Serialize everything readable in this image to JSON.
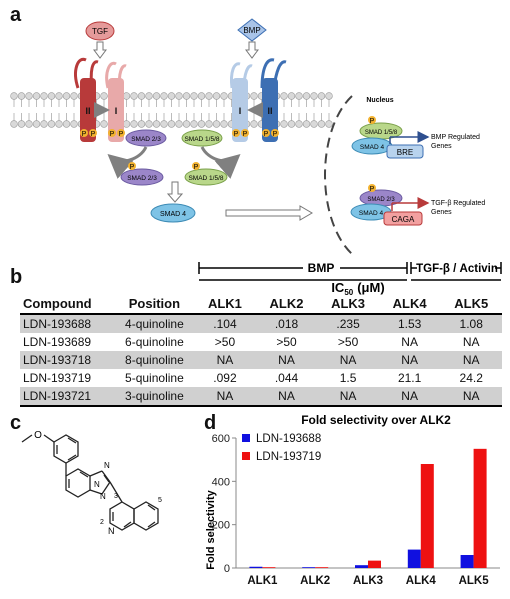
{
  "panel_a": {
    "label": "a",
    "ligand_tgf": "TGF",
    "ligand_bmp": "BMP",
    "receptor_type2": "II",
    "receptor_type1": "I",
    "phospho": "P",
    "smad23": "SMAD 2/3",
    "smad158": "SMAD 1/5/8",
    "smad4": "SMAD 4",
    "nucleus": "Nucleus",
    "bre": "BRE",
    "caga": "CAGA",
    "bmp_genes_line1": "BMP Regulated",
    "bmp_genes_line2": "Genes",
    "tgf_genes_line1": "TGF-β Regulated",
    "tgf_genes_line2": "Genes",
    "colors": {
      "tgf_receptor": "#b83a3a",
      "tgf_receptor_light": "#e8a9a9",
      "bmp_receptor": "#3d6fb3",
      "bmp_receptor_light": "#b5cbe6",
      "smad23": "#9b86c9",
      "smad158": "#b9d78a",
      "smad4": "#7ec3e6",
      "phospho": "#f2b230",
      "bre": "#b8d3ee",
      "caga": "#f2a0a0"
    }
  },
  "panel_b": {
    "label": "b",
    "group_bmp": "BMP",
    "group_tgf": "TGF-β / Activin",
    "ic50_label": "IC",
    "ic50_sub": "50",
    "ic50_unit": "(μM)",
    "columns": [
      "Compound",
      "Position",
      "ALK1",
      "ALK2",
      "ALK3",
      "ALK4",
      "ALK5"
    ],
    "rows": [
      [
        "LDN-193688",
        "4-quinoline",
        ".104",
        ".018",
        ".235",
        "1.53",
        "1.08"
      ],
      [
        "LDN-193689",
        "6-quinoline",
        ">50",
        ">50",
        ">50",
        "NA",
        "NA"
      ],
      [
        "LDN-193718",
        "8-quinoline",
        "NA",
        "NA",
        "NA",
        "NA",
        "NA"
      ],
      [
        "LDN-193719",
        "5-quinoline",
        ".092",
        ".044",
        "1.5",
        "21.1",
        "24.2"
      ],
      [
        "LDN-193721",
        "3-quinoline",
        "NA",
        "NA",
        "NA",
        "NA",
        "NA"
      ]
    ]
  },
  "panel_c": {
    "label": "c",
    "atom_o": "O",
    "atom_n": "N",
    "locant_3": "3",
    "locant_5": "5",
    "locant_2": "2"
  },
  "panel_d": {
    "label": "d"
  },
  "chart_data": {
    "type": "bar",
    "title": "Fold selectivity over ALK2",
    "xlabel": "",
    "ylabel": "Fold selectivity",
    "categories": [
      "ALK1",
      "ALK2",
      "ALK3",
      "ALK4",
      "ALK5"
    ],
    "series": [
      {
        "name": "LDN-193688",
        "color": "#1010e0",
        "values": [
          5.8,
          1,
          13,
          85,
          60
        ]
      },
      {
        "name": "LDN-193719",
        "color": "#ee1111",
        "values": [
          2.1,
          1,
          34,
          480,
          550
        ]
      }
    ],
    "ylim": [
      0,
      600
    ],
    "yticks": [
      0,
      200,
      400,
      600
    ],
    "legend": "top-left",
    "grid": false
  }
}
